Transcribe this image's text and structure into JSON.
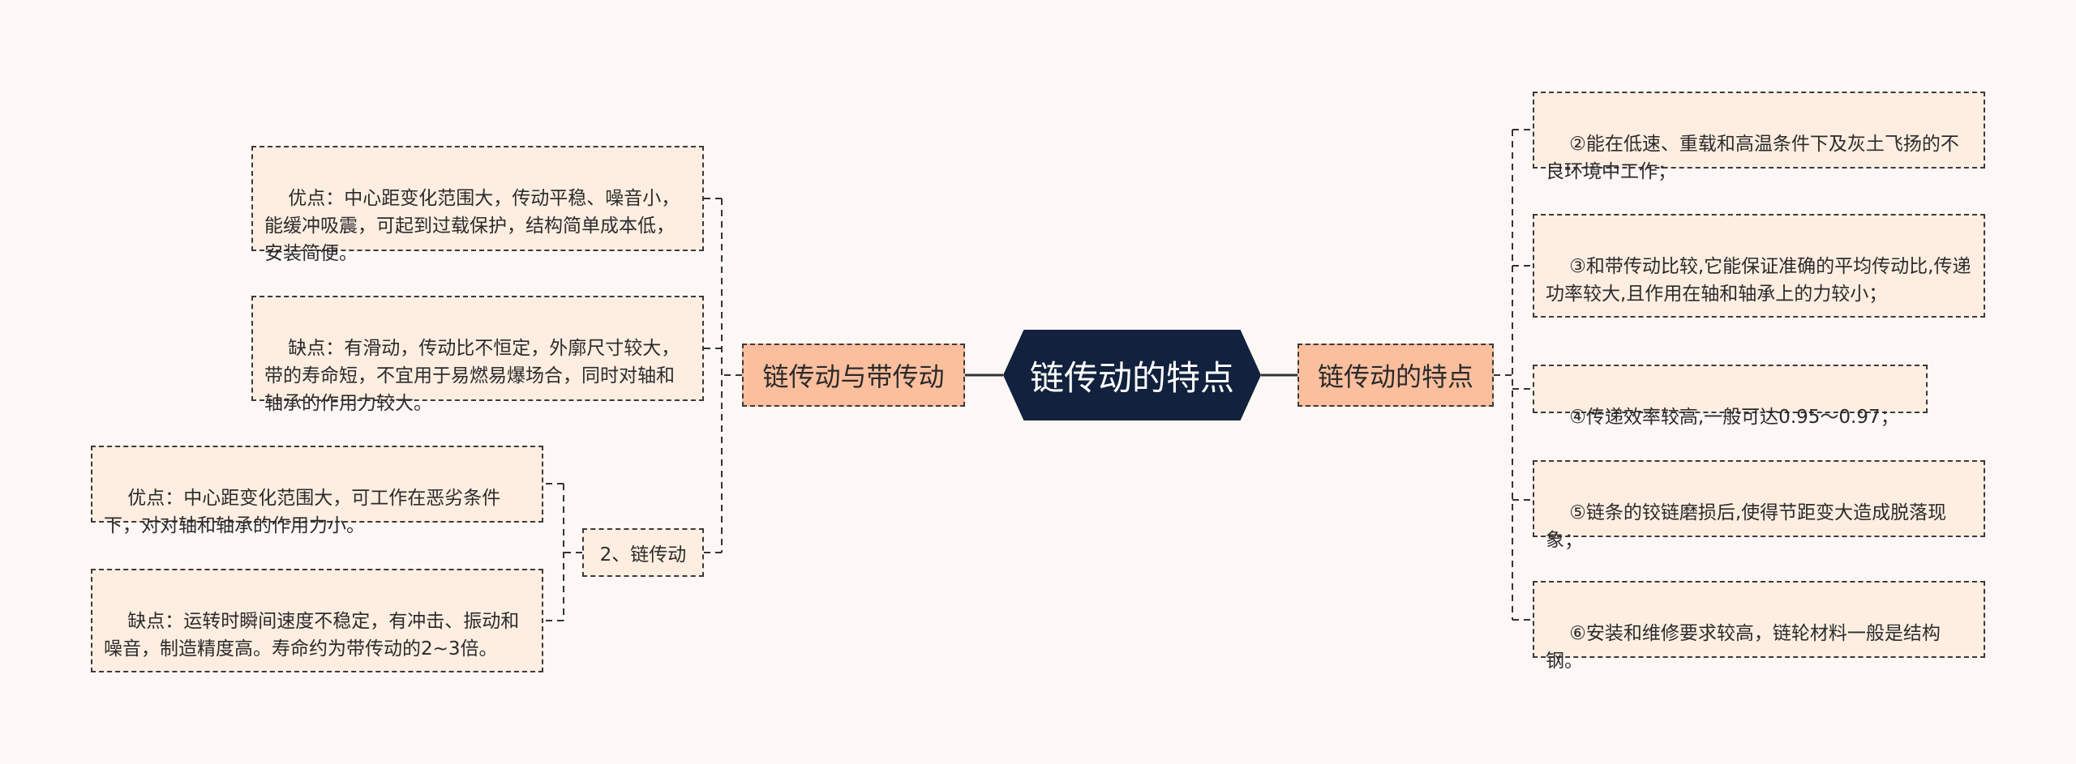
{
  "root": {
    "label": "链传动的特点"
  },
  "left_branch": {
    "label": "链传动与带传动",
    "belt": {
      "advantage": "优点：中心距变化范围大，传动平稳、噪音小，能缓冲吸震，可起到过载保护，结构简单成本低，安装简便。",
      "disadvantage": "缺点：有滑动，传动比不恒定，外廓尺寸较大，带的寿命短，不宜用于易燃易爆场合，同时对轴和轴承的作用力较大。"
    },
    "chain": {
      "label": "2、链传动",
      "advantage": "优点：中心距变化范围大，可工作在恶劣条件下，对对轴和轴承的作用力小。",
      "disadvantage": "缺点：运转时瞬间速度不稳定，有冲击、振动和噪音，制造精度高。寿命约为带传动的2~3倍。"
    }
  },
  "right_branch": {
    "label": "链传动的特点",
    "items": [
      "②能在低速、重载和高温条件下及灰土飞扬的不良环境中工作；",
      "③和带传动比较,它能保证准确的平均传动比,传递功率较大,且作用在轴和轴承上的力较小；",
      "④传递效率较高,一般可达0.95～0.97；",
      "⑤链条的铰链磨损后,使得节距变大造成脱落现象；",
      "⑥安装和维修要求较高，链轮材料一般是结构钢。"
    ]
  }
}
